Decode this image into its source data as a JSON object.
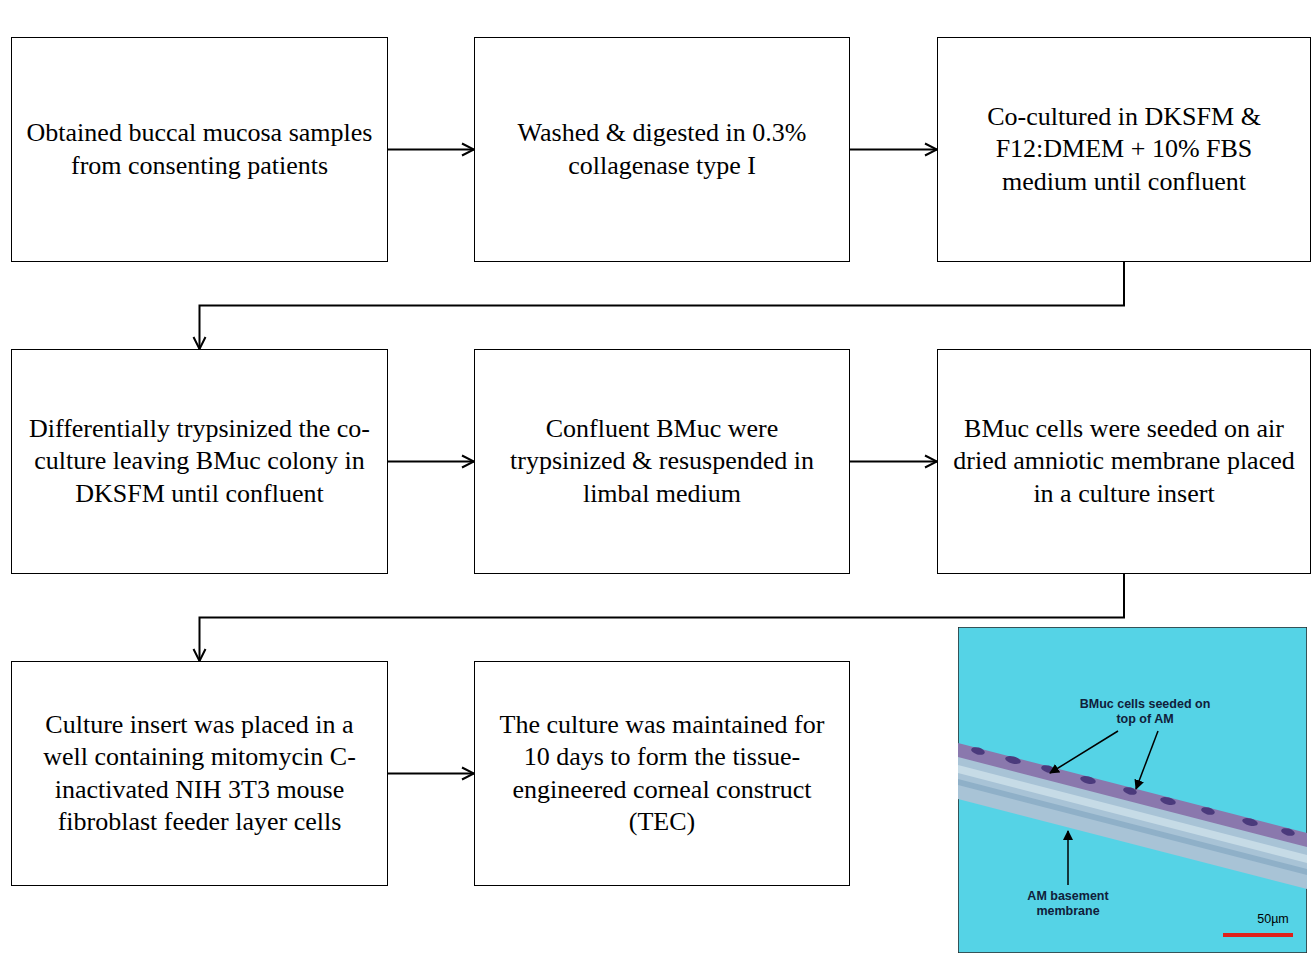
{
  "diagram": {
    "nodes": [
      {
        "text": [
          "Obtained buccal mucosa samples from consenting patients"
        ]
      },
      {
        "text": [
          "Washed & digested in 0.3% collagenase type I"
        ]
      },
      {
        "text": [
          "Co-cultured in DKSFM & F12:DMEM + 10% FBS medium until confluent"
        ]
      },
      {
        "text": [
          "Differentially trypsinized the co-culture leaving BMuc colony in DKSFM until confluent"
        ]
      },
      {
        "text": [
          "Confluent BMuc were trypsinized & resuspended in limbal medium"
        ]
      },
      {
        "text": [
          "BMuc cells were seeded on air dried amniotic membrane placed in a culture insert"
        ]
      },
      {
        "text": [
          "Culture insert was placed in a well containing mitomycin C-inactivated NIH 3T3 mouse fibroblast feeder layer cells"
        ]
      },
      {
        "text": [
          "The culture was maintained for 10 days to form the tissue-engineered corneal construct (TEC)"
        ]
      }
    ],
    "edges": [
      {
        "from": 0,
        "to": 1,
        "arrow": "to"
      },
      {
        "from": 1,
        "to": 2,
        "arrow": "to"
      },
      {
        "from": 2,
        "to": 3,
        "arrow": "to"
      },
      {
        "from": 3,
        "to": 4,
        "arrow": "to"
      },
      {
        "from": 4,
        "to": 5,
        "arrow": "to"
      },
      {
        "from": 5,
        "to": 6,
        "arrow": "to"
      },
      {
        "from": 6,
        "to": 7,
        "arrow": "to"
      }
    ],
    "labels": [
      "BMuc cells seeded on top of AM",
      "AM basement membrane",
      "50µm"
    ]
  }
}
